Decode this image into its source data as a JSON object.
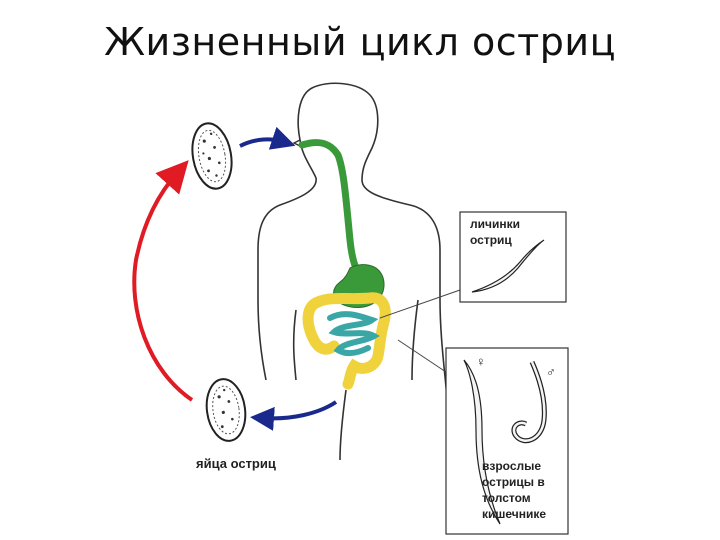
{
  "title": "Жизненный цикл остриц",
  "labels": {
    "larvae_line1": "личинки",
    "larvae_line2": "остриц",
    "eggs": "яйца остриц",
    "adults_line1": "взрослые",
    "adults_line2": "острицы в",
    "adults_line3": "толстом",
    "adults_line4": "кишечнике",
    "female_symbol": "♀",
    "male_symbol": "♂"
  },
  "colors": {
    "cycle_arrow": "#e01b24",
    "transfer_arrow": "#1a2a8c",
    "esophagus_stomach": "#3a9a3a",
    "large_intestine": "#f0d23c",
    "small_intestine": "#3aa6a6",
    "outline": "#333333"
  }
}
